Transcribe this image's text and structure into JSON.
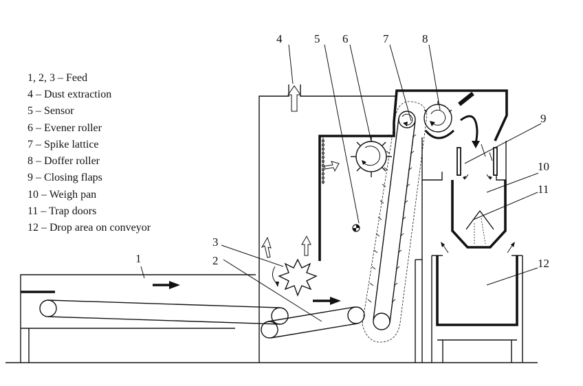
{
  "legend": [
    "1, 2, 3 – Feed",
    "4 – Dust extraction",
    "5 – Sensor",
    "6 – Evener roller",
    "7 – Spike lattice",
    "8 – Doffer roller",
    "9 – Closing flaps",
    "10 – Weigh pan",
    "11 – Trap doors",
    "12 – Drop area on conveyor"
  ],
  "callouts": {
    "n1": "1",
    "n2": "2",
    "n3": "3",
    "n4": "4",
    "n5": "5",
    "n6": "6",
    "n7": "7",
    "n8": "8",
    "n9": "9",
    "n10": "10",
    "n11": "11",
    "n12": "12"
  }
}
